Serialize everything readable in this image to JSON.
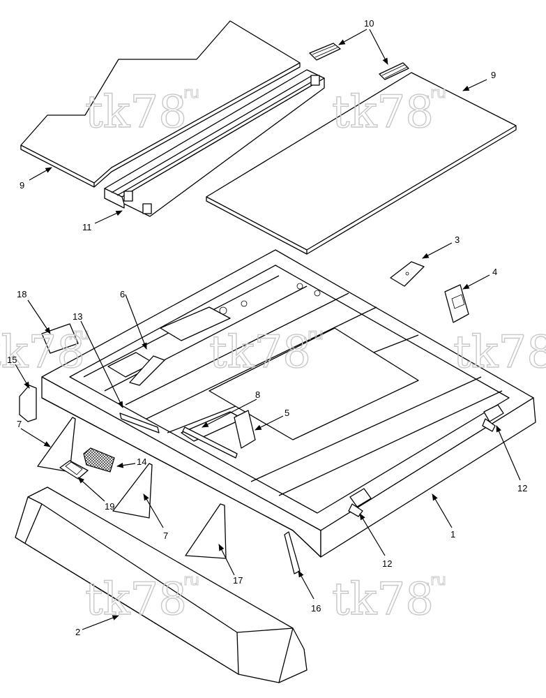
{
  "watermark": {
    "main": "tk78",
    "suffix": ".ru"
  },
  "callouts": {
    "c1": "1",
    "c2": "2",
    "c3": "3",
    "c4": "4",
    "c5": "5",
    "c6": "6",
    "c7a": "7",
    "c7b": "7",
    "c8": "8",
    "c9a": "9",
    "c9b": "9",
    "c10": "10",
    "c11": "11",
    "c12a": "12",
    "c12b": "12",
    "c13": "13",
    "c14": "14",
    "c15": "15",
    "c16": "16",
    "c17": "17",
    "c18": "18",
    "c19": "19"
  }
}
